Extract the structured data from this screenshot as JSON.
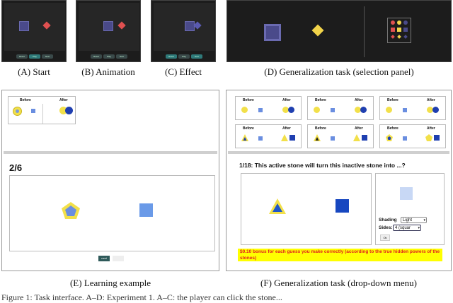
{
  "captions": {
    "a": "(A) Start",
    "b": "(B) Animation",
    "c": "(C) Effect",
    "d": "(D) Generalization task (selection panel)",
    "e": "(E) Learning example",
    "f": "(F) Generalization task (drop-down menu)"
  },
  "buttons": {
    "reset": "Reset",
    "play": "Play",
    "next": "Next"
  },
  "card": {
    "before": "Before",
    "after": "After"
  },
  "learning": {
    "counter": "2/6",
    "next_label": "next"
  },
  "general": {
    "question": "1/18: This active stone will turn this inactive stone into ...?",
    "shading_label": "Shading",
    "shading_value": "Light",
    "sides_label": "Sides:",
    "sides_value": "4 (squar",
    "ok_label": "Ok",
    "bonus": "$0.10 bonus for each guess you make correctly (according to the true hidden powers of the stones)"
  },
  "footer": "Figure 1:  Task interface.  A–D: Experiment 1.  A–C: the player can click the stone..."
}
